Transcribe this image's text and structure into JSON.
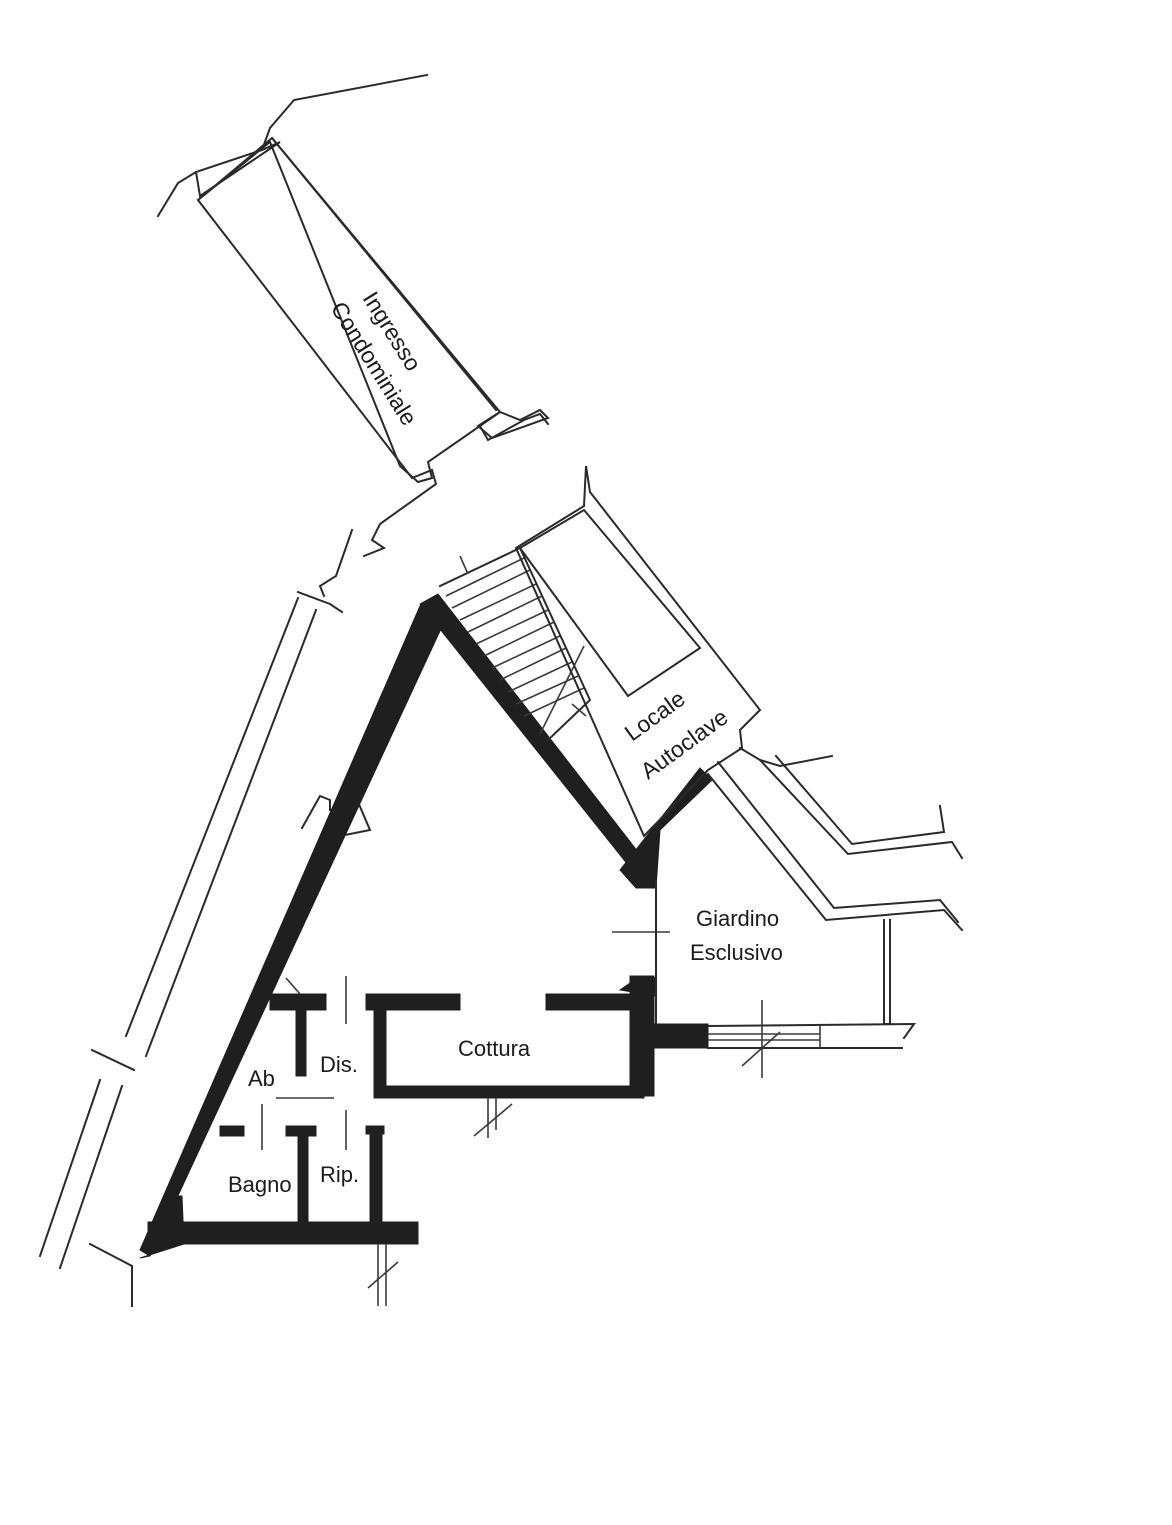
{
  "labels": {
    "ingresso_line1": "Ingresso",
    "ingresso_line2": "Condominiale",
    "locale_line1": "Locale",
    "locale_line2": "Autoclave",
    "giardino_line1": "Giardino",
    "giardino_line2": "Esclusivo",
    "cottura": "Cottura",
    "ab": "Ab",
    "dis": "Dis.",
    "bagno": "Bagno",
    "rip": "Rip."
  },
  "colors": {
    "wall": "#1f1f1f",
    "line": "#2a2a2a",
    "background": "#ffffff"
  }
}
